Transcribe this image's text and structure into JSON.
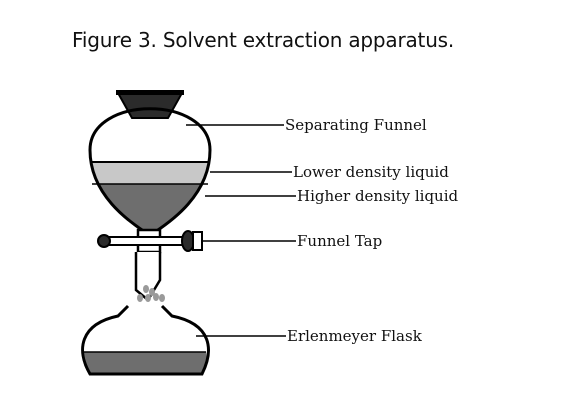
{
  "caption": {
    "figure_number": "Figure 3.",
    "text": "Solvent extraction apparatus."
  },
  "labels": {
    "separating_funnel": "Separating Funnel",
    "lower_density_liquid": "Lower density liquid",
    "higher_density_liquid": "Higher density liquid",
    "funnel_tap": "Funnel Tap",
    "erlenmeyer_flask": "Erlenmeyer Flask"
  },
  "colors": {
    "outline": "#000000",
    "lower_density_liquid": "#c8c8c8",
    "higher_density_liquid": "#6e6e6e",
    "flask_liquid": "#6e6e6e",
    "stopper": "#2b2b2b"
  }
}
